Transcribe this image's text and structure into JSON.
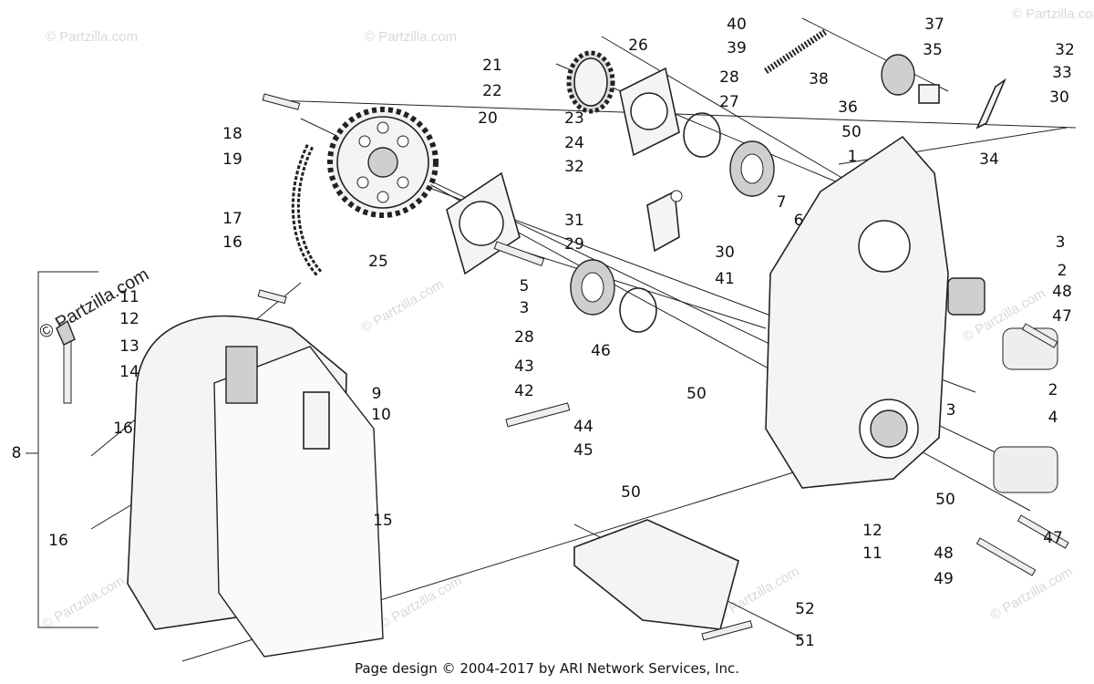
{
  "footer_text": "Page design © 2004-2017 by ARI Network Services, Inc.",
  "watermark_text": "© Partzilla.com",
  "brand_text": "© Partzilla.com",
  "callouts": [
    "1",
    "2",
    "3",
    "4",
    "5",
    "6",
    "7",
    "8",
    "9",
    "10",
    "11",
    "12",
    "13",
    "14",
    "15",
    "16",
    "17",
    "18",
    "19",
    "20",
    "21",
    "22",
    "23",
    "24",
    "25",
    "26",
    "27",
    "28",
    "29",
    "30",
    "31",
    "32",
    "33",
    "34",
    "35",
    "36",
    "37",
    "38",
    "39",
    "40",
    "41",
    "42",
    "43",
    "44",
    "45",
    "46",
    "47",
    "48",
    "49",
    "50",
    "51",
    "52"
  ]
}
